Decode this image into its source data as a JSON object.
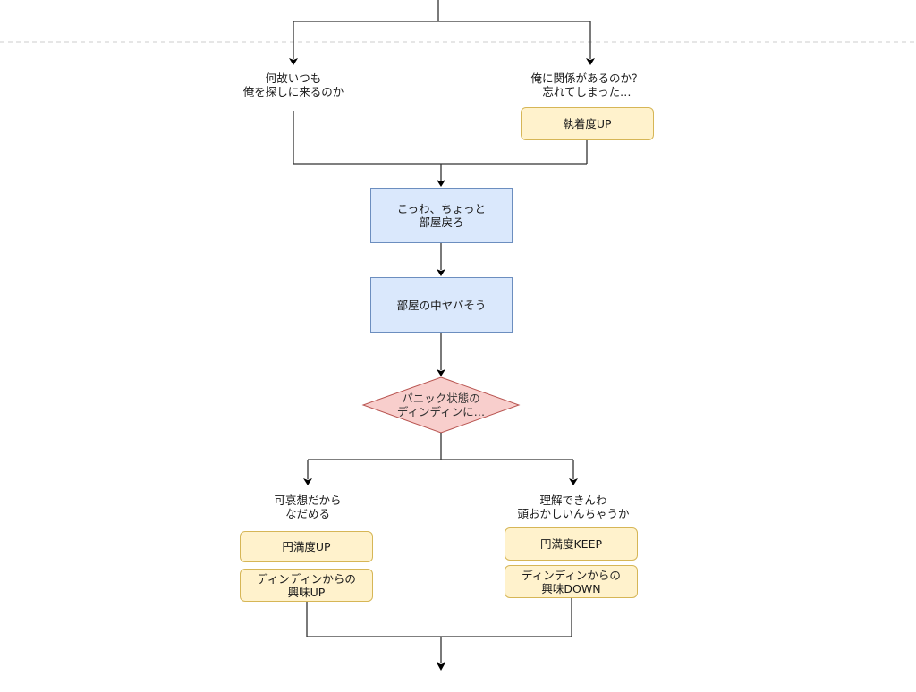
{
  "diagram": {
    "colors": {
      "edge": "#333333",
      "page_break": "#cccccc",
      "process_fill": "#dae8fc",
      "process_stroke": "#6c8ebf",
      "note_fill": "#fff2cc",
      "note_stroke": "#d6b656",
      "decision_fill": "#f8cecc",
      "decision_stroke": "#b85450"
    },
    "nodes": {
      "branch_left_label": "何故いつも\n俺を探しに来るのか",
      "branch_right_label": "俺に関係があるのか？\n忘れてしまった…",
      "attachment_up": "執着度UP",
      "process_scared": "こっわ、ちょっと\n部屋戻ろ",
      "process_room": "部屋の中ヤバそう",
      "decision_panic": "パニック状態の\nディンディンに…",
      "choice_soothe_label": "可哀想だから\nなだめる",
      "choice_confused_label": "理解できんわ\n頭おかしいんちゃうか",
      "harmony_up": "円満度UP",
      "interest_up": "ディンディンからの\n興味UP",
      "harmony_keep": "円満度KEEP",
      "interest_down": "ディンディンからの\n興味DOWN"
    },
    "edges": [
      {
        "from": "top",
        "to": "branch_left_label"
      },
      {
        "from": "top",
        "to": "branch_right_label"
      },
      {
        "from": "branch_left_label",
        "to": "process_scared"
      },
      {
        "from": "attachment_up",
        "to": "process_scared"
      },
      {
        "from": "process_scared",
        "to": "process_room"
      },
      {
        "from": "process_room",
        "to": "decision_panic"
      },
      {
        "from": "decision_panic",
        "to": "choice_soothe_label"
      },
      {
        "from": "decision_panic",
        "to": "choice_confused_label"
      },
      {
        "from": "interest_up",
        "to": "bottom"
      },
      {
        "from": "interest_down",
        "to": "bottom"
      }
    ]
  }
}
